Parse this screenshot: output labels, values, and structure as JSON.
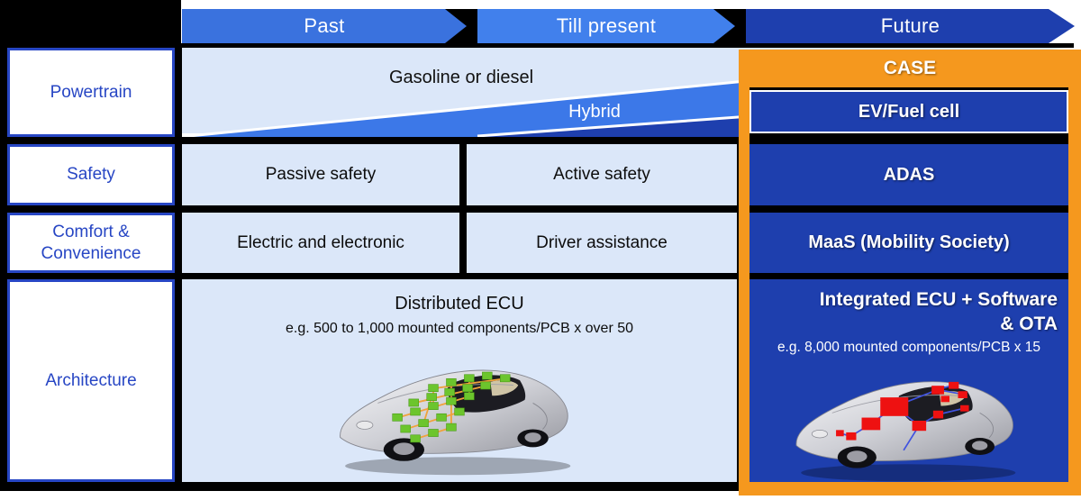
{
  "timeline": {
    "past": "Past",
    "till_present": "Till present",
    "future": "Future"
  },
  "rows": {
    "powertrain": {
      "label": "Powertrain",
      "main": "Gasoline or diesel",
      "overlay": "Hybrid",
      "future_badge": "CASE",
      "future_value": "EV/Fuel cell"
    },
    "safety": {
      "label": "Safety",
      "past": "Passive safety",
      "till_present": "Active safety",
      "future": "ADAS"
    },
    "comfort": {
      "label": "Comfort & Convenience",
      "past": "Electric and electronic",
      "till_present": "Driver assistance",
      "future": "MaaS (Mobility Society)"
    },
    "architecture": {
      "label": "Architecture",
      "past_title": "Distributed ECU",
      "past_note": "e.g. 500 to 1,000 mounted components/PCB x over 50",
      "future_title_line1": "Integrated ECU + Software",
      "future_title_line2": "& OTA",
      "future_note": "e.g. 8,000 mounted components/PCB x 15"
    }
  },
  "icons": {
    "past_car": "distributed-ecu-car",
    "future_car": "integrated-ecu-car"
  },
  "colors": {
    "accent_orange": "#f5981e",
    "navy": "#1e3fae",
    "mid_blue": "#3c78e8",
    "past_arrow_blue": "#3a72de",
    "till_arrow_blue": "#4180ec",
    "light_blue": "#dbe7f9",
    "label_blue": "#2746c4",
    "module_green": "#6cc52d",
    "module_red": "#ee1111",
    "bus_orange": "#f0a23c",
    "bus_blue": "#4053e0"
  }
}
